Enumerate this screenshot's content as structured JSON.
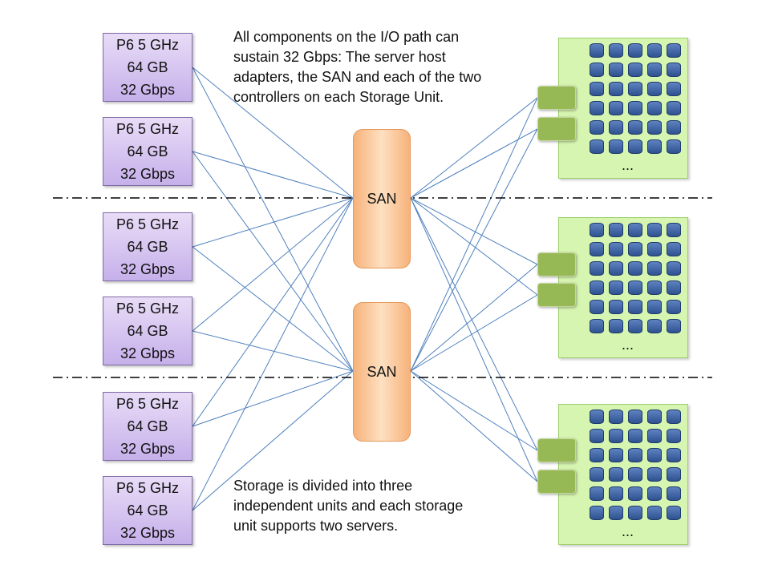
{
  "servers": [
    {
      "cpu": "P6 5 GHz",
      "memory": "64 GB",
      "bandwidth": "32 Gbps"
    },
    {
      "cpu": "P6 5 GHz",
      "memory": "64 GB",
      "bandwidth": "32 Gbps"
    },
    {
      "cpu": "P6 5 GHz",
      "memory": "64 GB",
      "bandwidth": "32 Gbps"
    },
    {
      "cpu": "P6 5 GHz",
      "memory": "64 GB",
      "bandwidth": "32 Gbps"
    },
    {
      "cpu": "P6 5 GHz",
      "memory": "64 GB",
      "bandwidth": "32 Gbps"
    },
    {
      "cpu": "P6 5 GHz",
      "memory": "64 GB",
      "bandwidth": "32 Gbps"
    }
  ],
  "sans": [
    {
      "label": "SAN"
    },
    {
      "label": "SAN"
    }
  ],
  "storage_units": [
    {
      "more": "..."
    },
    {
      "more": "..."
    },
    {
      "more": "..."
    }
  ],
  "notes": {
    "top": [
      "All components on the I/O path can",
      "sustain 32 Gbps: The server host",
      "adapters, the SAN and each of the two",
      "controllers on each Storage Unit."
    ],
    "bottom": [
      "Storage is divided into three",
      "independent units and each storage",
      "unit supports two servers."
    ]
  },
  "colors": {
    "server_fill": "#c6b0ea",
    "san_fill": "#f7b27a",
    "storage_fill": "#d6f5b0",
    "controller_fill": "#97b955",
    "disk_fill": "#2f528f",
    "link": "#4f81bd"
  }
}
